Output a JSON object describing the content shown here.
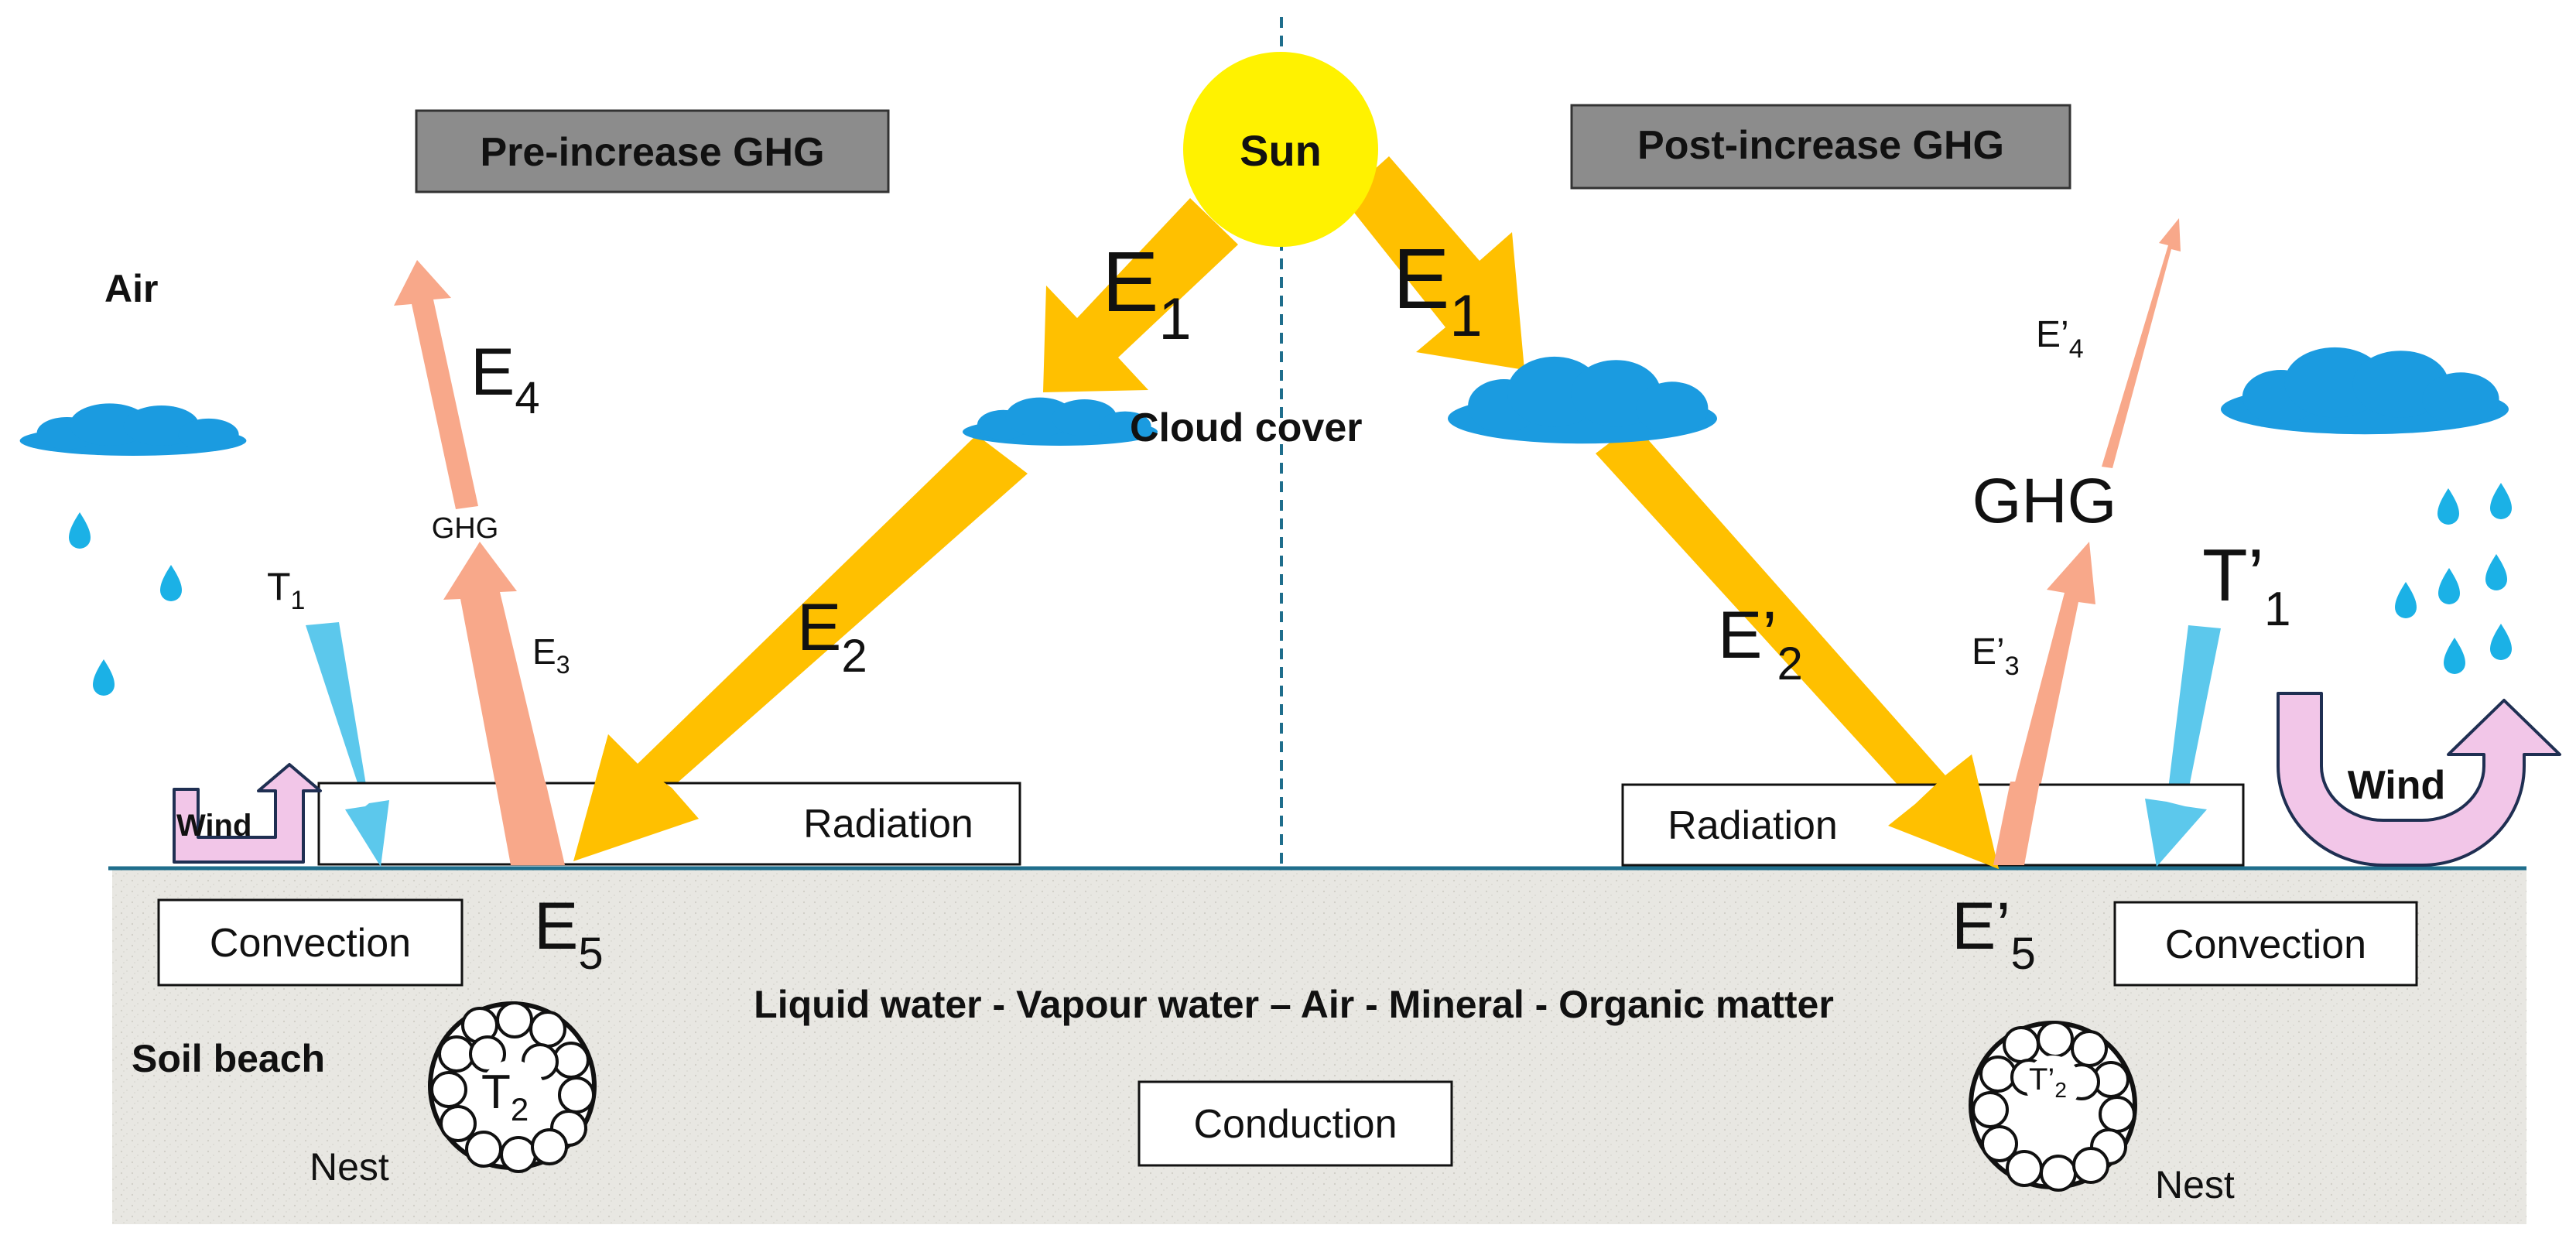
{
  "colors": {
    "sun": "#FFF200",
    "sun_ray": "#FFC000",
    "cloud": "#1B9BE0",
    "ir_arrow": "#F8A88A",
    "cold_arrow": "#5CC8EC",
    "wind_fill": "#F2C6E8",
    "wind_stroke": "#1F2F52",
    "soil": "#E7E6E1",
    "ground_line": "#1F6E8C",
    "header_box": "#8C8C8C"
  },
  "labels": {
    "sun": "Sun",
    "pre": "Pre-increase GHG",
    "post": "Post-increase GHG",
    "air": "Air",
    "cloud_cover": "Cloud cover",
    "radiation": "Radiation",
    "convection": "Convection",
    "conduction": "Conduction",
    "wind": "Wind",
    "soil_beach": "Soil beach",
    "nest": "Nest",
    "soil_components": "Liquid water - Vapour water – Air - Mineral - Organic matter",
    "ghg": "GHG"
  },
  "energy": {
    "E": "E",
    "E_prime": "E’",
    "T": "T",
    "T_prime": "T’",
    "sub1": "1",
    "sub2": "2",
    "sub3": "3",
    "sub4": "4",
    "sub5": "5"
  },
  "icons": [
    "sun-icon",
    "cloud-icon",
    "raindrop-icon",
    "nest-icon",
    "wind-arrow-icon"
  ]
}
